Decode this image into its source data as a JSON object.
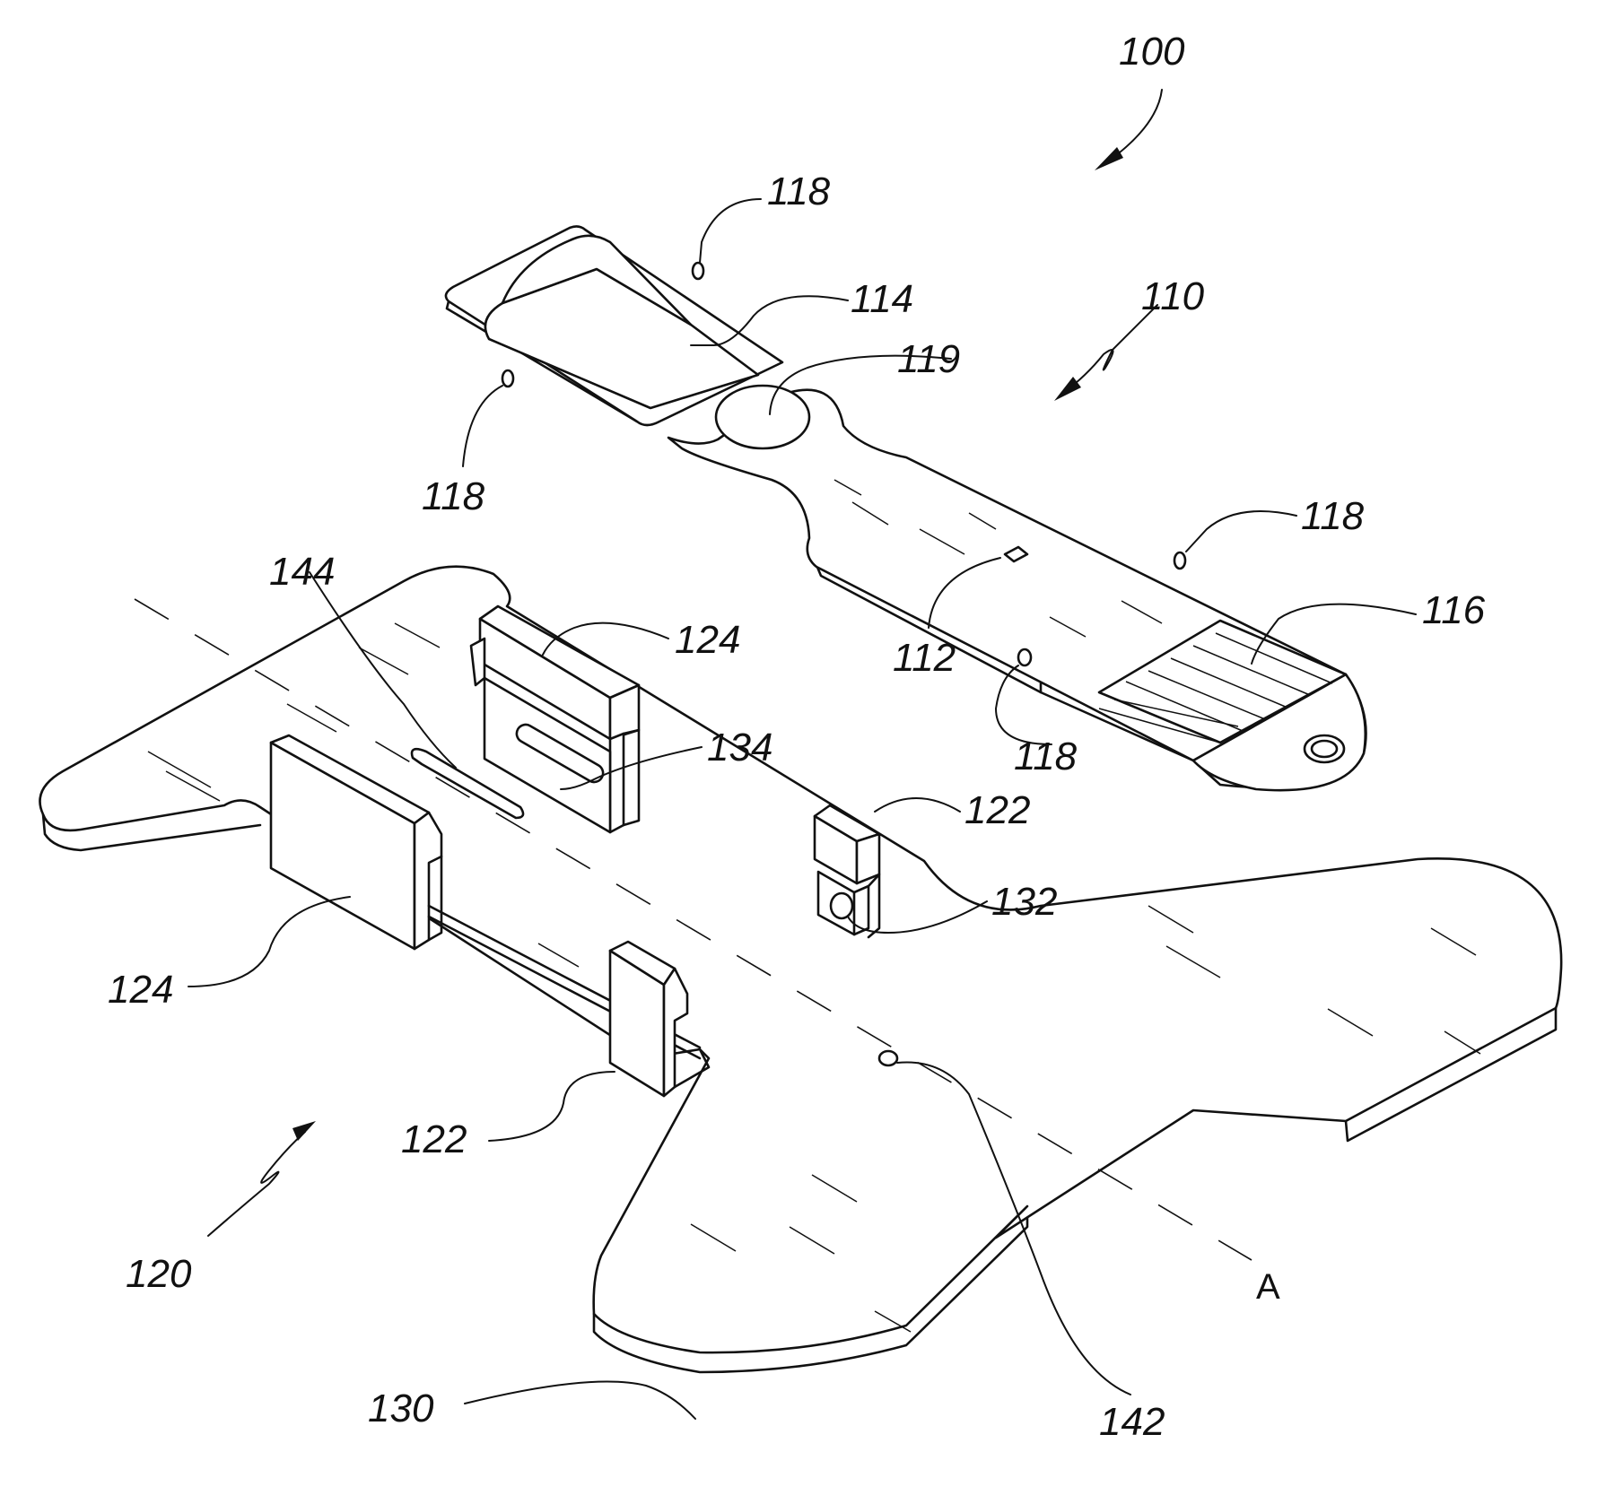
{
  "figure": {
    "labels": {
      "ref_100": "100",
      "ref_110": "110",
      "ref_118_top": "118",
      "ref_118_left": "118",
      "ref_118_right": "118",
      "ref_118_bottom": "118",
      "ref_114": "114",
      "ref_119": "119",
      "ref_112": "112",
      "ref_116": "116",
      "ref_144": "144",
      "ref_124_back": "124",
      "ref_124_front": "124",
      "ref_134": "134",
      "ref_122_back": "122",
      "ref_122_front": "122",
      "ref_132": "132",
      "ref_120": "120",
      "ref_130": "130",
      "ref_142": "142",
      "axis_A": "A"
    }
  }
}
